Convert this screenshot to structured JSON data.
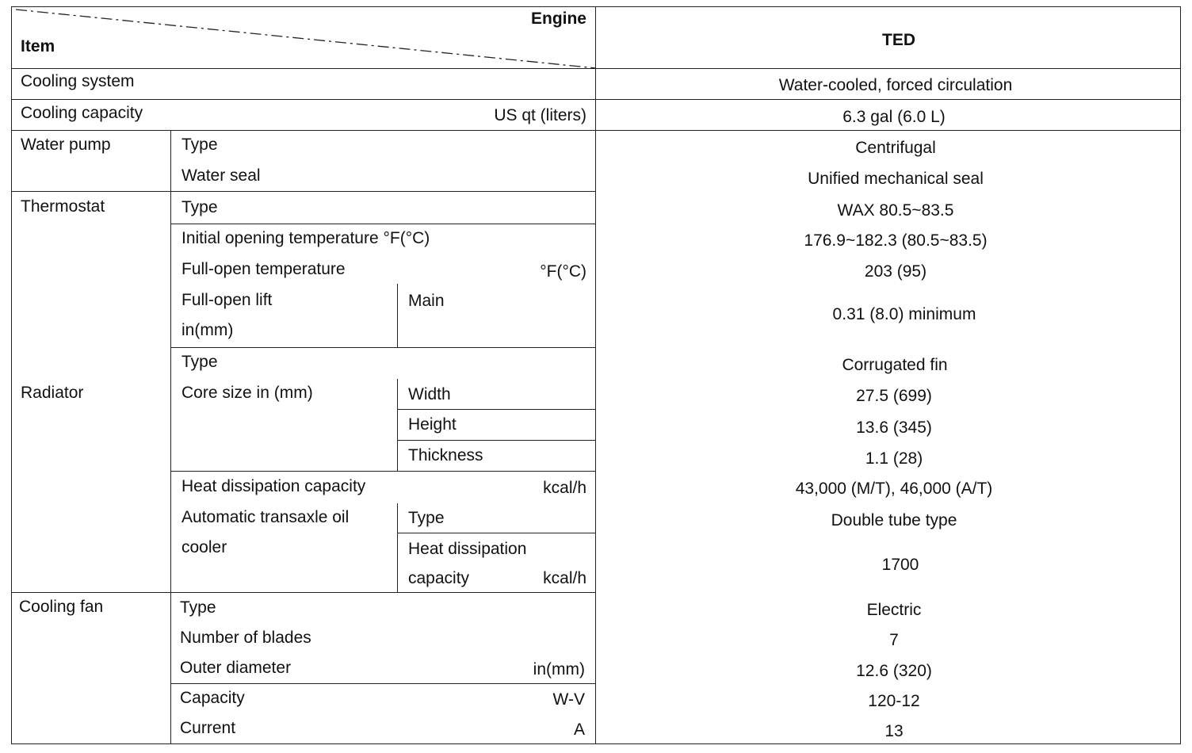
{
  "header": {
    "engine": "Engine",
    "item": "Item",
    "model": "TED"
  },
  "rows": {
    "cooling_system": {
      "label": "Cooling system",
      "value": "Water-cooled, forced circulation"
    },
    "cooling_capacity": {
      "label": "Cooling capacity",
      "unit": "US qt (liters)",
      "value": "6.3 gal (6.0 L)"
    },
    "water_pump": {
      "label": "Water pump",
      "type": {
        "label": "Type",
        "value": "Centrifugal"
      },
      "water_seal": {
        "label": "Water seal",
        "value": "Unified mechanical seal"
      }
    },
    "thermostat": {
      "label": "Thermostat",
      "type": {
        "label": "Type",
        "value": "WAX 80.5~83.5"
      },
      "initial_opening": {
        "label": "Initial opening temperature °F(°C)",
        "value": "176.9~182.3 (80.5~83.5)"
      },
      "full_open_temp": {
        "label": "Full-open temperature",
        "unit": "°F(°C)",
        "value": "203 (95)"
      },
      "full_open_lift": {
        "label": "Full-open lift",
        "label2": "in(mm)",
        "sub": "Main",
        "value": "0.31 (8.0) minimum"
      }
    },
    "radiator": {
      "label": "Radiator",
      "type": {
        "label": "Type",
        "value": "Corrugated fin"
      },
      "core_size": {
        "label": "Core size in (mm)",
        "width": {
          "label": "Width",
          "value": "27.5 (699)"
        },
        "height": {
          "label": "Height",
          "value": "13.6 (345)"
        },
        "thickness": {
          "label": "Thickness",
          "value": "1.1 (28)"
        }
      },
      "heat_dissipation": {
        "label": "Heat dissipation capacity",
        "unit": "kcal/h",
        "value": "43,000 (M/T), 46,000 (A/T)"
      },
      "atf_cooler": {
        "label": "Automatic transaxle oil",
        "label2": "cooler",
        "type": {
          "label": "Type",
          "value": "Double tube type"
        },
        "heat": {
          "label": "Heat dissipation",
          "label2": "capacity",
          "unit": "kcal/h",
          "value": "1700"
        }
      }
    },
    "cooling_fan": {
      "label": "Cooling fan",
      "type": {
        "label": "Type",
        "value": "Electric"
      },
      "blades": {
        "label": "Number of blades",
        "value": "7"
      },
      "outer_diameter": {
        "label": "Outer diameter",
        "unit": "in(mm)",
        "value": "12.6 (320)"
      },
      "capacity": {
        "label": "Capacity",
        "unit": "W-V",
        "value": "120-12"
      },
      "current": {
        "label": "Current",
        "unit": "A",
        "value": "13"
      }
    }
  }
}
